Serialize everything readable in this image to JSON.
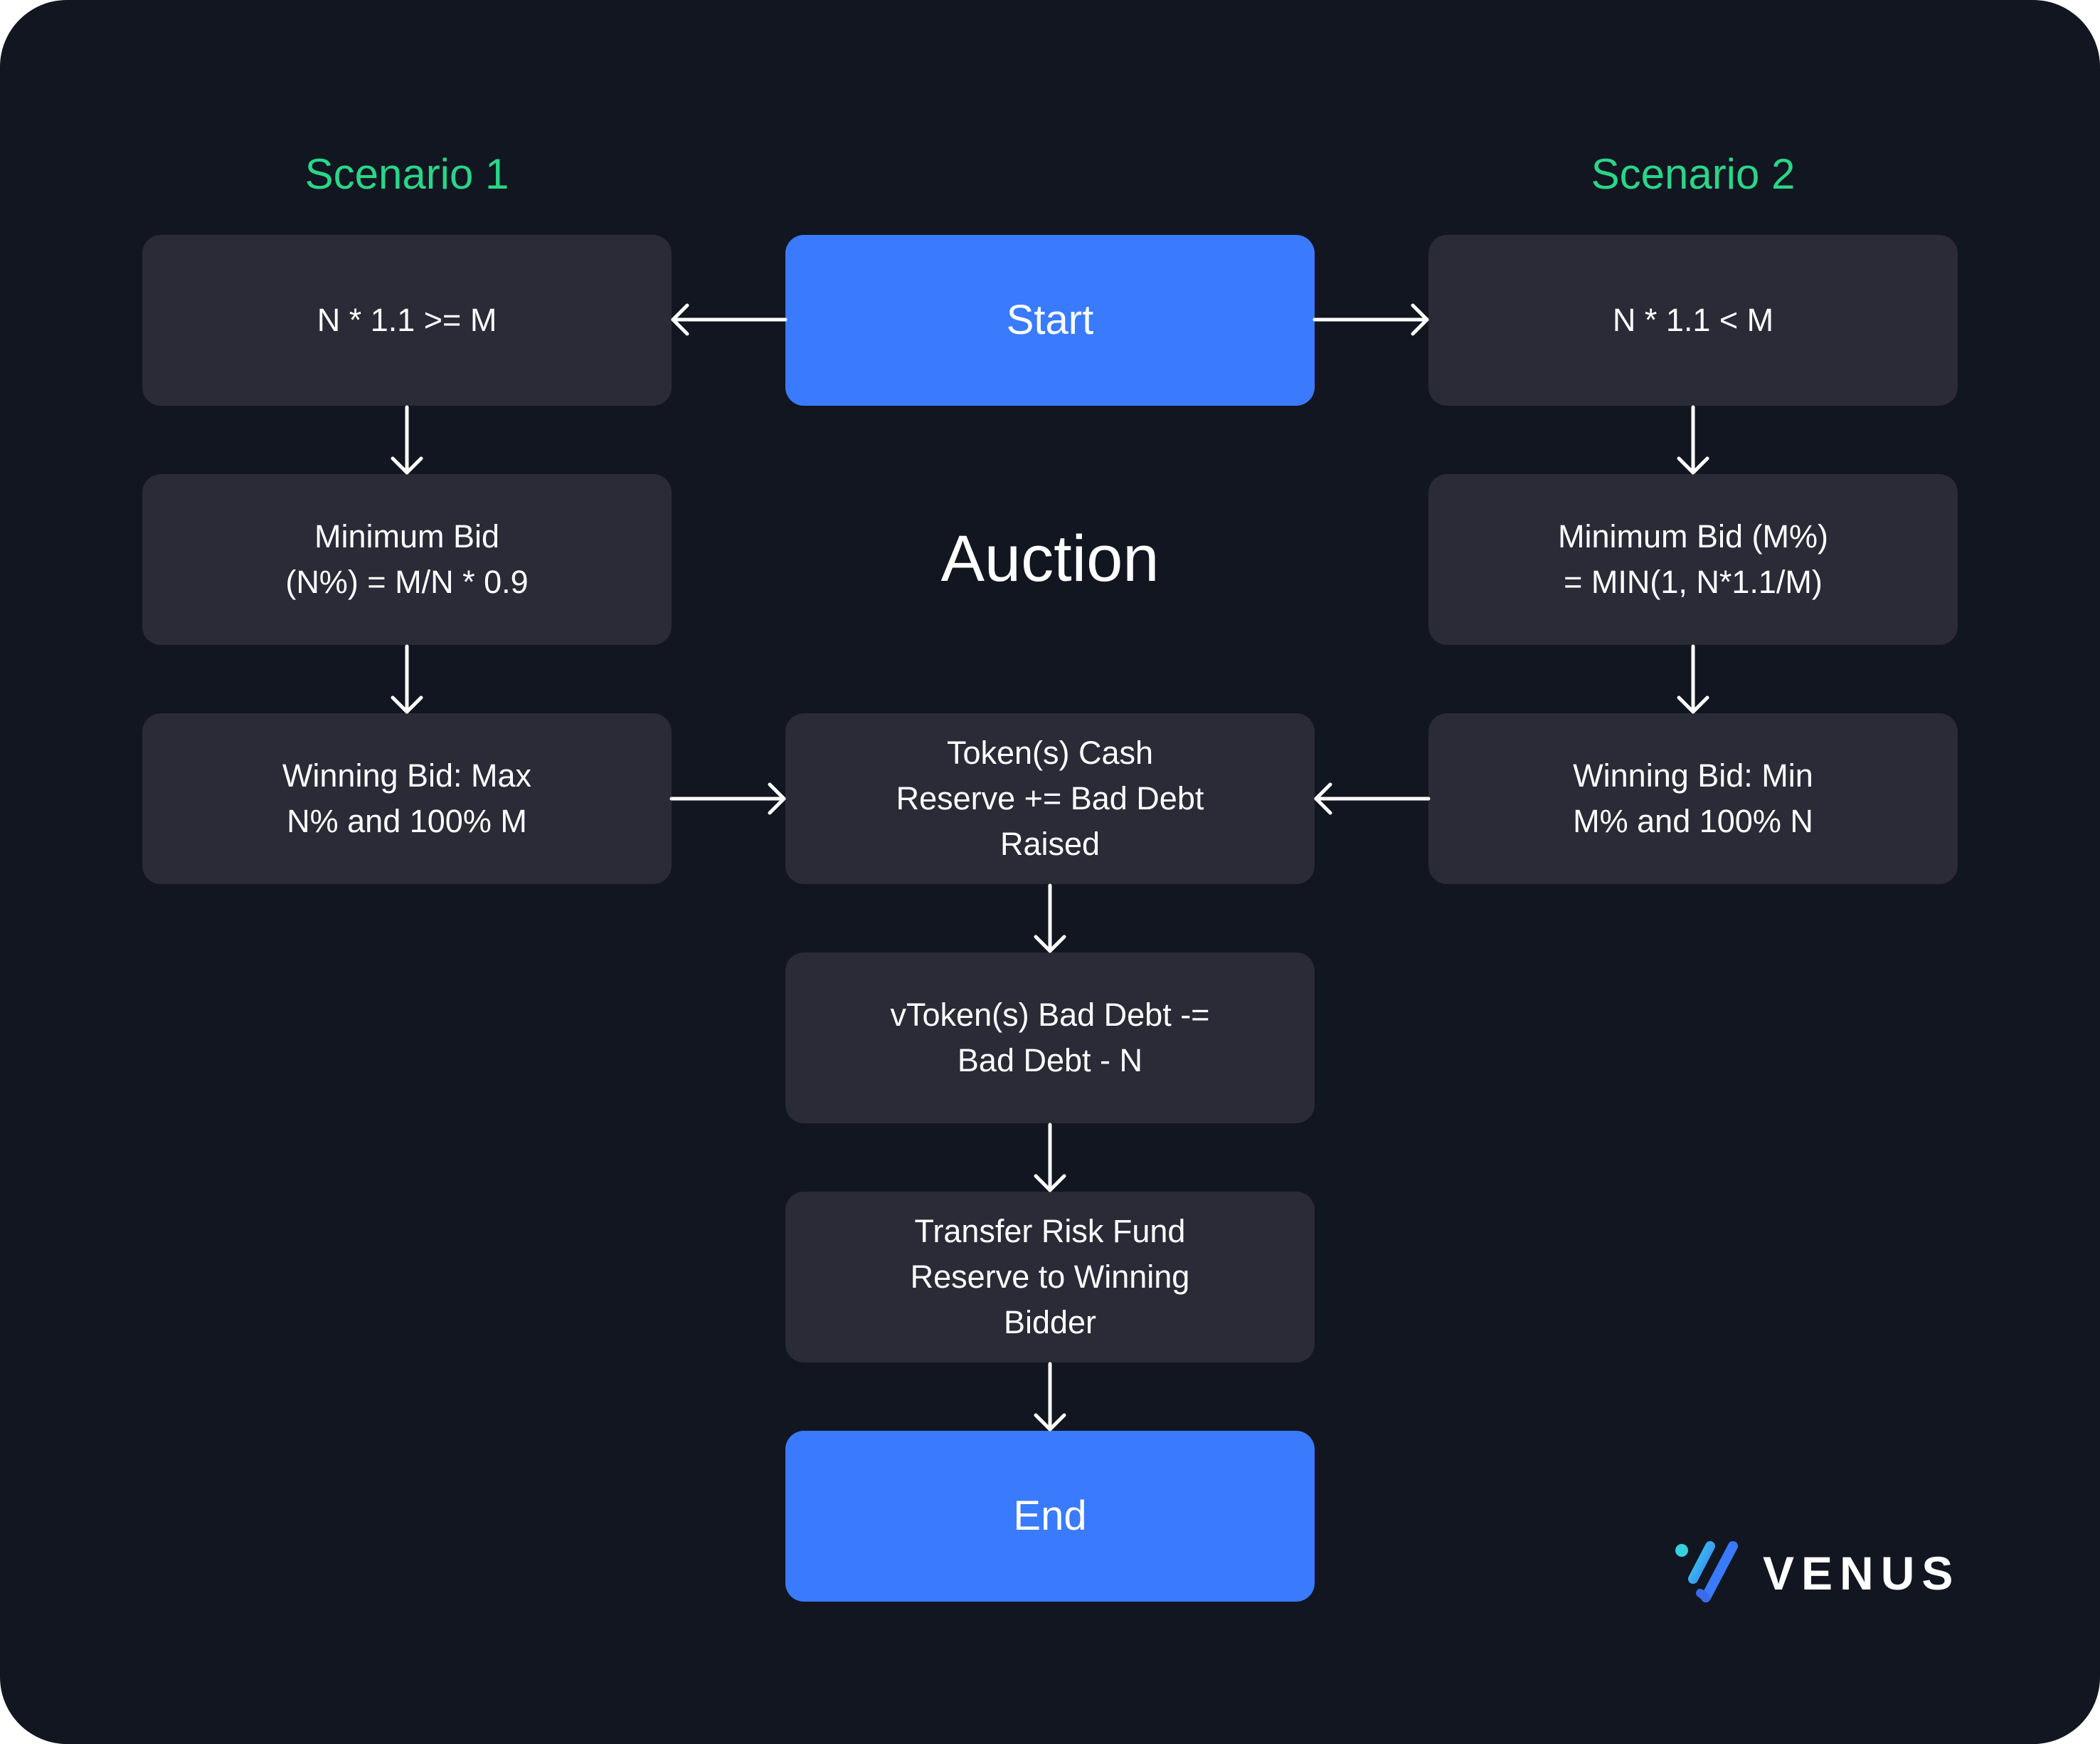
{
  "diagram": {
    "scenario_1_title": "Scenario 1",
    "scenario_2_title": "Scenario 2",
    "center_title": "Auction",
    "nodes": {
      "start": "Start",
      "s1_condition": "N * 1.1 >= M",
      "s2_condition": "N * 1.1 < M",
      "s1_min_bid": "Minimum Bid\n(N%) = M/N * 0.9",
      "s2_min_bid": "Minimum Bid (M%)\n= MIN(1, N*1.1/M)",
      "s1_winning_bid": "Winning Bid: Max\nN% and 100% M",
      "s2_winning_bid": "Winning Bid: Min\nM% and 100% N",
      "token_cash": "Token(s) Cash\nReserve += Bad Debt\nRaised",
      "vtoken_bad_debt": "vToken(s) Bad Debt -=\nBad Debt - N",
      "transfer_risk_fund": "Transfer Risk Fund\nReserve to Winning\nBidder",
      "end": "End"
    },
    "colors": {
      "background": "#121620",
      "box": "#2a2b37",
      "primary_box": "#3a7bfd",
      "scenario_title": "#29d688",
      "text": "#ffffff"
    }
  },
  "brand": {
    "name": "VENUS",
    "icon": "venus-logo-icon"
  }
}
